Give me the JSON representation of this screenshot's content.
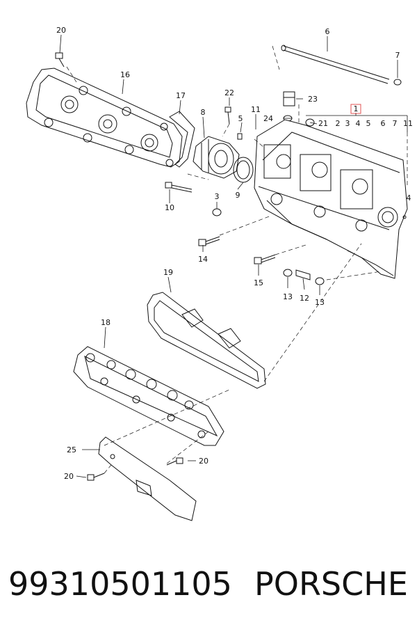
{
  "diagram": {
    "callouts": [
      {
        "id": "c20a",
        "text": "20"
      },
      {
        "id": "c16",
        "text": "16"
      },
      {
        "id": "c17",
        "text": "17"
      },
      {
        "id": "c22",
        "text": "22"
      },
      {
        "id": "c8",
        "text": "8"
      },
      {
        "id": "c10",
        "text": "10"
      },
      {
        "id": "c3",
        "text": "3"
      },
      {
        "id": "c9",
        "text": "9"
      },
      {
        "id": "c6top",
        "text": "6"
      },
      {
        "id": "c7top",
        "text": "7"
      },
      {
        "id": "c23",
        "text": "23"
      },
      {
        "id": "c11a",
        "text": "11"
      },
      {
        "id": "c24",
        "text": "24"
      },
      {
        "id": "c5a",
        "text": "5"
      },
      {
        "id": "c1",
        "text": "1"
      },
      {
        "id": "c21",
        "text": "21"
      },
      {
        "id": "c2",
        "text": "2"
      },
      {
        "id": "c3b",
        "text": "3"
      },
      {
        "id": "c4b",
        "text": "4"
      },
      {
        "id": "c5b",
        "text": "5"
      },
      {
        "id": "c6b",
        "text": "6"
      },
      {
        "id": "c7b",
        "text": "7"
      },
      {
        "id": "c11b",
        "text": "11"
      },
      {
        "id": "c4r",
        "text": "4"
      },
      {
        "id": "c14",
        "text": "14"
      },
      {
        "id": "c15",
        "text": "15"
      },
      {
        "id": "c13a",
        "text": "13"
      },
      {
        "id": "c12",
        "text": "12"
      },
      {
        "id": "c13b",
        "text": "13"
      },
      {
        "id": "c19",
        "text": "19"
      },
      {
        "id": "c18",
        "text": "18"
      },
      {
        "id": "c25",
        "text": "25"
      },
      {
        "id": "c20b",
        "text": "20"
      },
      {
        "id": "c20c",
        "text": "20"
      }
    ]
  },
  "footer": {
    "part_number": "99310501105",
    "brand": "PORSCHE"
  }
}
